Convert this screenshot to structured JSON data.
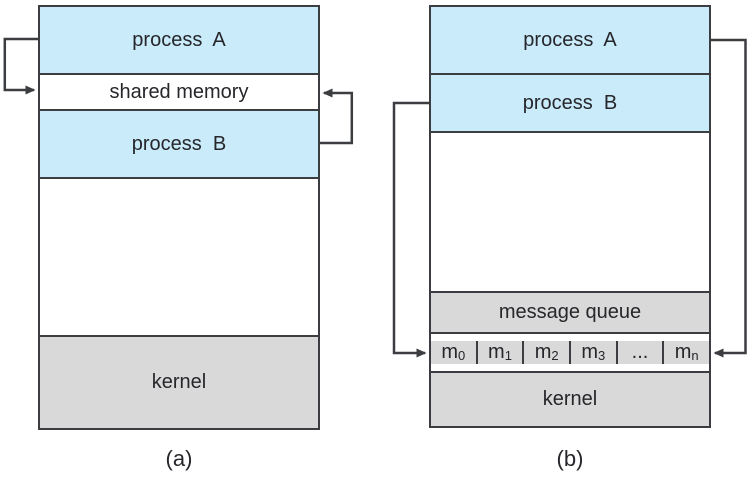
{
  "figure": {
    "description": "Communication models: shared memory and message passing"
  },
  "colors": {
    "process_fill": "#c9ebfa",
    "kernel_fill": "#d9d9d9",
    "border": "#3b3d40",
    "text": "#26262b",
    "background": "#ffffff"
  },
  "diagram_a": {
    "caption": "(a)",
    "process_a": "process  A",
    "shared_memory": "shared memory",
    "process_b": "process  B",
    "kernel": "kernel"
  },
  "diagram_b": {
    "caption": "(b)",
    "process_a": "process  A",
    "process_b": "process  B",
    "message_queue": "message queue",
    "kernel": "kernel",
    "cells": [
      {
        "base": "m",
        "sub": "0"
      },
      {
        "base": "m",
        "sub": "1"
      },
      {
        "base": "m",
        "sub": "2"
      },
      {
        "base": "m",
        "sub": "3"
      },
      {
        "base": "...",
        "sub": ""
      },
      {
        "base": "m",
        "sub": "n"
      }
    ]
  }
}
